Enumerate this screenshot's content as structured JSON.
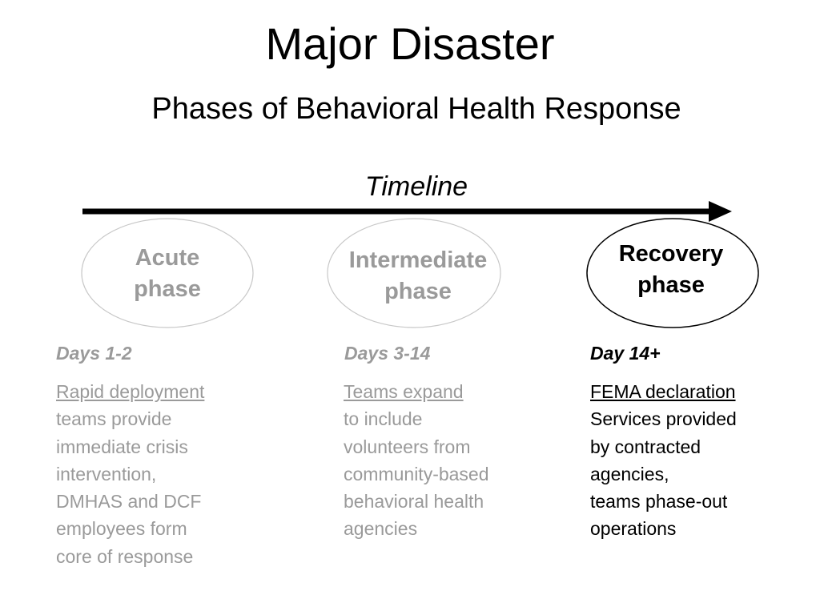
{
  "title": "Major Disaster",
  "subtitle": "Phases of Behavioral Health Response",
  "timeline_label": "Timeline",
  "phases": [
    {
      "name_lines": [
        "Acute",
        "phase"
      ],
      "days": "Days 1-2",
      "desc_lines": [
        "Rapid deployment",
        "teams provide",
        "immediate crisis",
        "intervention,",
        "DMHAS and DCF",
        "employees form",
        "core of response"
      ]
    },
    {
      "name_lines": [
        "Intermediate",
        "phase"
      ],
      "days": "Days 3-14",
      "desc_lines": [
        "Teams expand",
        "to include",
        "volunteers from",
        "community-based",
        "behavioral health",
        "agencies"
      ]
    },
    {
      "name_lines": [
        "Recovery",
        "phase"
      ],
      "days": "Day 14+",
      "desc_lines": [
        "FEMA declaration",
        "Services provided",
        "by contracted",
        "agencies,",
        "teams phase-out",
        "operations"
      ]
    }
  ],
  "colors": {
    "inactive": "#9a9a9a",
    "active": "#000000",
    "inactive_outline": "#c8c8c8"
  }
}
